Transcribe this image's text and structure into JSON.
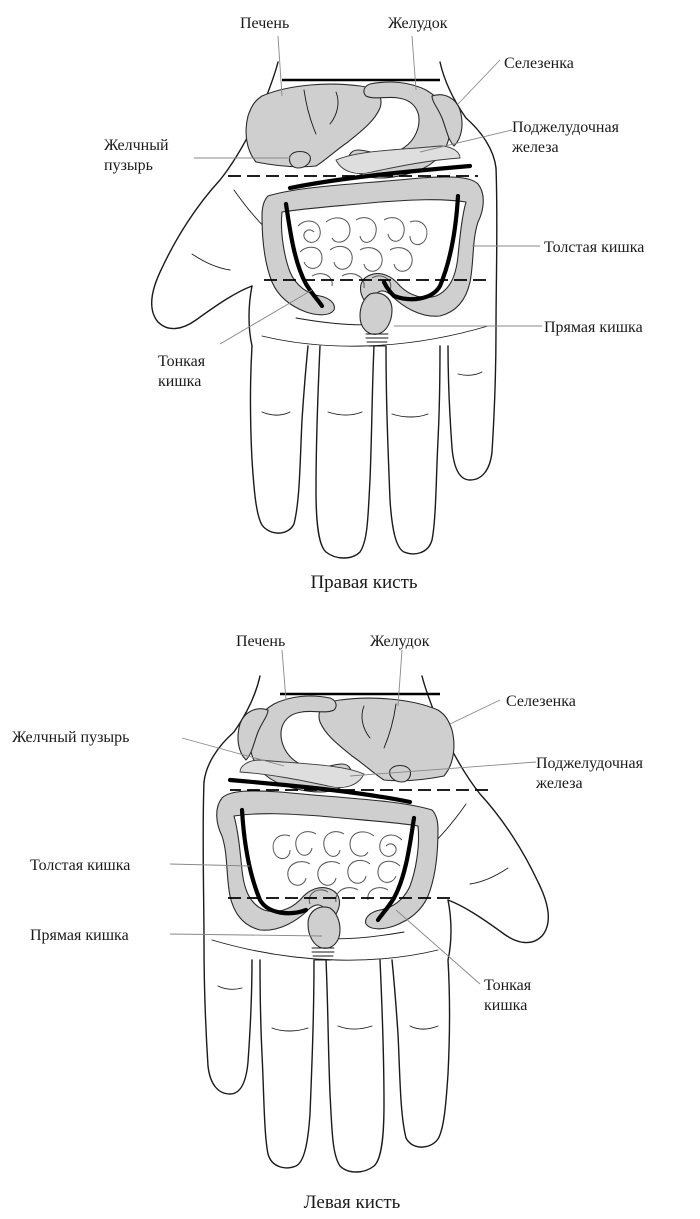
{
  "colors": {
    "ink": "#1a1a1a",
    "organ_fill": "#cfcfcf",
    "leader": "#888888"
  },
  "right_hand": {
    "caption": "Правая кисть",
    "labels": {
      "liver": "Печень",
      "stomach": "Желудок",
      "spleen": "Селезенка",
      "pancreas": "Поджелудочная\nжелеза",
      "gallbladder": "Желчный\nпузырь",
      "colon": "Толстая кишка",
      "rectum": "Прямая кишка",
      "small_intestine": "Тонкая\nкишка"
    }
  },
  "left_hand": {
    "caption": "Левая кисть",
    "labels": {
      "liver": "Печень",
      "stomach": "Желудок",
      "spleen": "Селезенка",
      "gallbladder": "Желчный пузырь",
      "pancreas": "Поджелудочная\nжелеза",
      "colon": "Толстая кишка",
      "rectum": "Прямая кишка",
      "small_intestine": "Тонкая\nкишка"
    }
  }
}
